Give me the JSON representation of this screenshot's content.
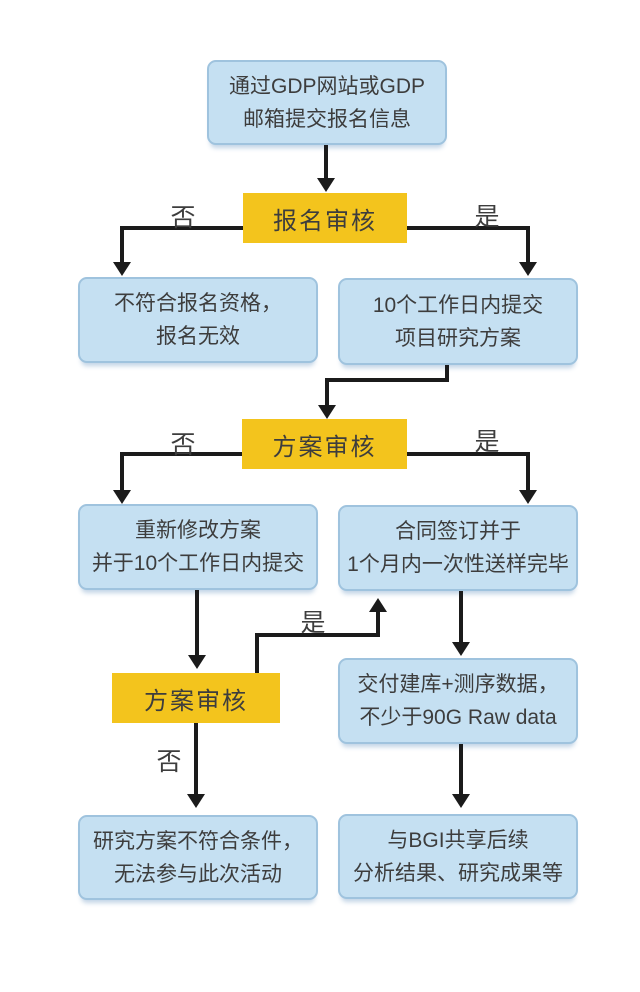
{
  "colors": {
    "box_fill": "#c5e0f2",
    "box_border": "#9fc3de",
    "decision_fill": "#f3c41d",
    "line_color": "#1b1b1b",
    "text_color": "#3d3d3d",
    "bg": "#ffffff"
  },
  "nodes": {
    "start": {
      "line1": "通过GDP网站或GDP",
      "line2": "邮箱提交报名信息"
    },
    "review1": {
      "label": "报名审核"
    },
    "reject": {
      "line1": "不符合报名资格，",
      "line2": "报名无效"
    },
    "submit": {
      "line1": "10个工作日内提交",
      "line2": "项目研究方案"
    },
    "review2": {
      "label": "方案审核"
    },
    "revise": {
      "line1": "重新修改方案",
      "line2": "并于10个工作日内提交"
    },
    "contract": {
      "line1": "合同签订并于",
      "line2": "1个月内一次性送样完毕"
    },
    "review3": {
      "label": "方案审核"
    },
    "deliver": {
      "line1": "交付建库+测序数据，",
      "line2": "不少于90G Raw data"
    },
    "fail": {
      "line1": "研究方案不符合条件，",
      "line2": "无法参与此次活动"
    },
    "share": {
      "line1": "与BGI共享后续",
      "line2": "分析结果、研究成果等"
    }
  },
  "edges": {
    "review1_no": {
      "label": "否"
    },
    "review1_yes": {
      "label": "是"
    },
    "review2_no": {
      "label": "否"
    },
    "review2_yes": {
      "label": "是"
    },
    "review3_yes": {
      "label": "是"
    },
    "review3_no": {
      "label": "否"
    }
  }
}
